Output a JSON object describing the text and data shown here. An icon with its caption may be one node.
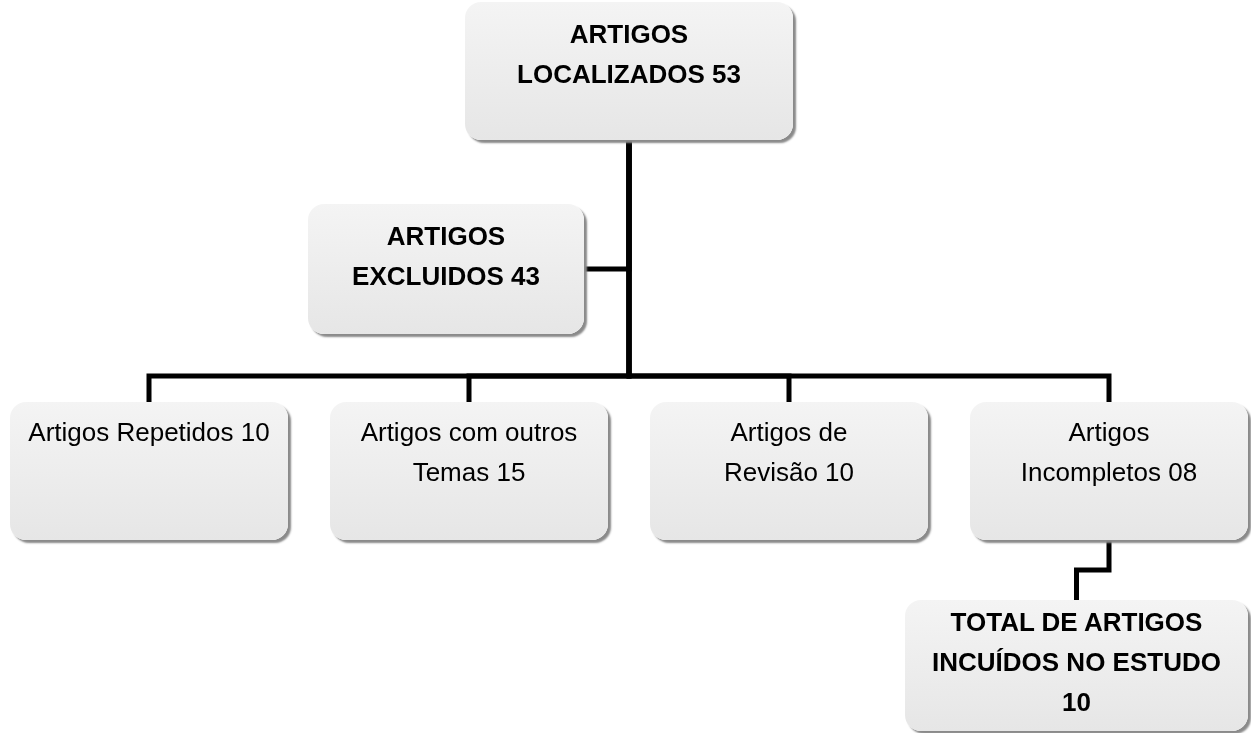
{
  "diagram": {
    "nodes": [
      {
        "text": [
          "ARTIGOS LOCALIZADOS 53"
        ]
      },
      {
        "text": [
          "ARTIGOS EXCLUIDOS 43"
        ]
      },
      {
        "text": [
          "Artigos Repetidos 10"
        ]
      },
      {
        "text": [
          "Artigos com outros Temas 15"
        ]
      },
      {
        "text": [
          "Artigos de Revisão 10"
        ]
      },
      {
        "text": [
          "Artigos Incompletos 08"
        ]
      },
      {
        "text": [
          "TOTAL DE ARTIGOS INCUÍDOS NO ESTUDO 10"
        ]
      }
    ],
    "edges": [
      {
        "from": 0,
        "to": 1,
        "arrow": "none"
      },
      {
        "from": 0,
        "to": 2,
        "arrow": "none"
      },
      {
        "from": 0,
        "to": 3,
        "arrow": "none"
      },
      {
        "from": 0,
        "to": 4,
        "arrow": "none"
      },
      {
        "from": 0,
        "to": 5,
        "arrow": "none"
      },
      {
        "from": 5,
        "to": 6,
        "arrow": "none"
      }
    ]
  }
}
